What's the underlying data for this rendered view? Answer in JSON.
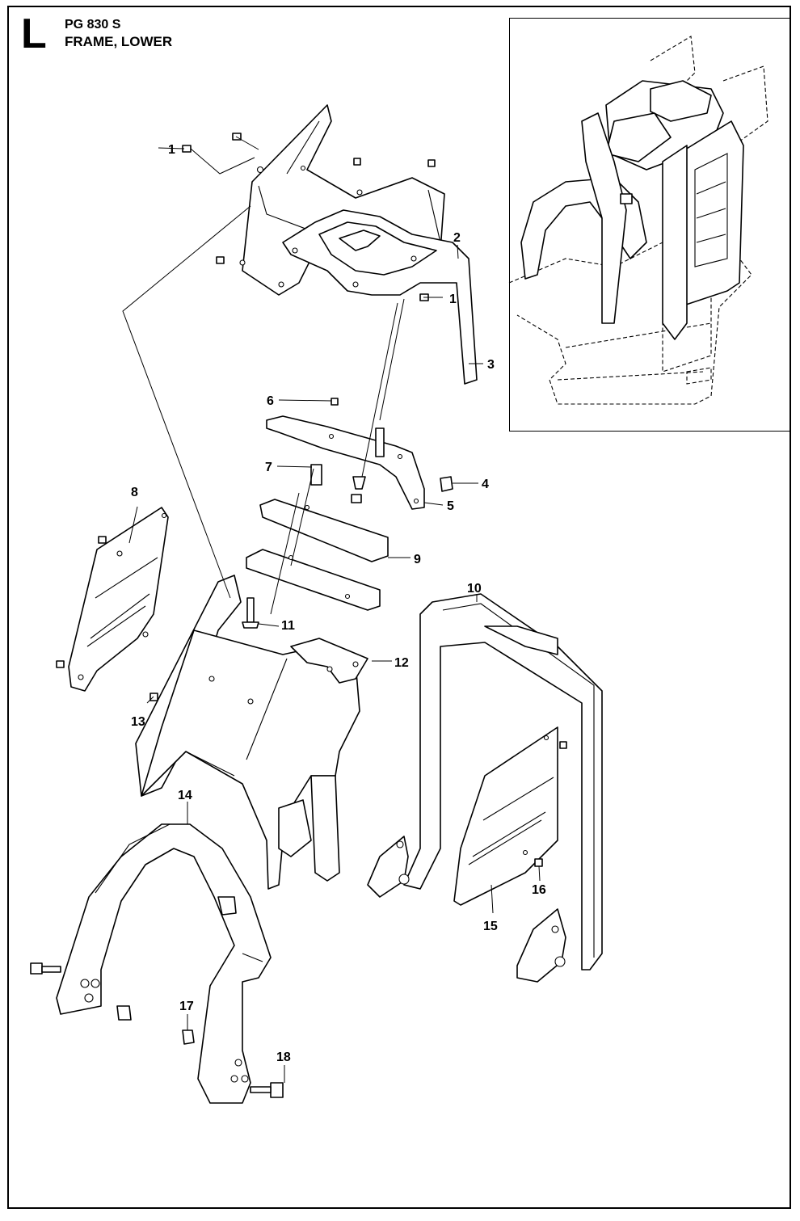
{
  "header": {
    "section_letter": "L",
    "model": "PG 830 S",
    "title": "FRAME, LOWER"
  },
  "callouts": [
    "1",
    "2",
    "1",
    "3",
    "6",
    "7",
    "4",
    "5",
    "8",
    "9",
    "10",
    "11",
    "12",
    "13",
    "14",
    "15",
    "16",
    "17",
    "18"
  ],
  "colors": {
    "ink": "#000000",
    "paper": "#ffffff"
  }
}
